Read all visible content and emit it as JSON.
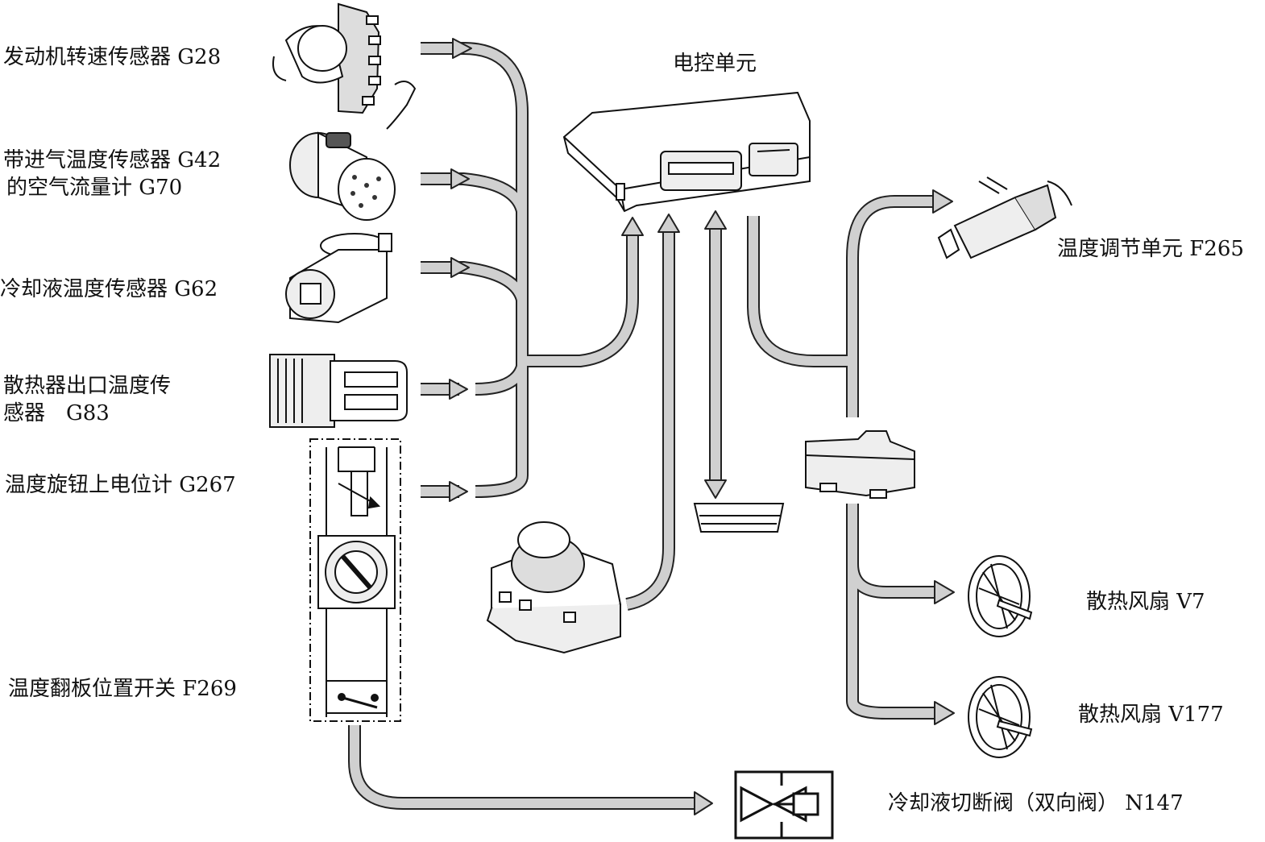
{
  "ecu_label": "电控单元",
  "inputs": {
    "engine_speed": "发动机转速传感器 G28",
    "air_flow_line1": "带进气温度传感器 G42",
    "air_flow_line2": "的空气流量计 G70",
    "coolant_temp": "冷却液温度传感器 G62",
    "radiator_outlet_line1": "散热器出口温度传",
    "radiator_outlet_line2": "感器　G83",
    "knob_pot": "温度旋钮上电位计 G267",
    "flap_switch": "温度翻板位置开关 F269"
  },
  "outputs": {
    "temp_regulator": "温度调节单元 F265",
    "fan_v7": "散热风扇 V7",
    "fan_v177": "散热风扇 V177",
    "shutoff_valve": "冷却液切断阀（双向阀） N147"
  }
}
